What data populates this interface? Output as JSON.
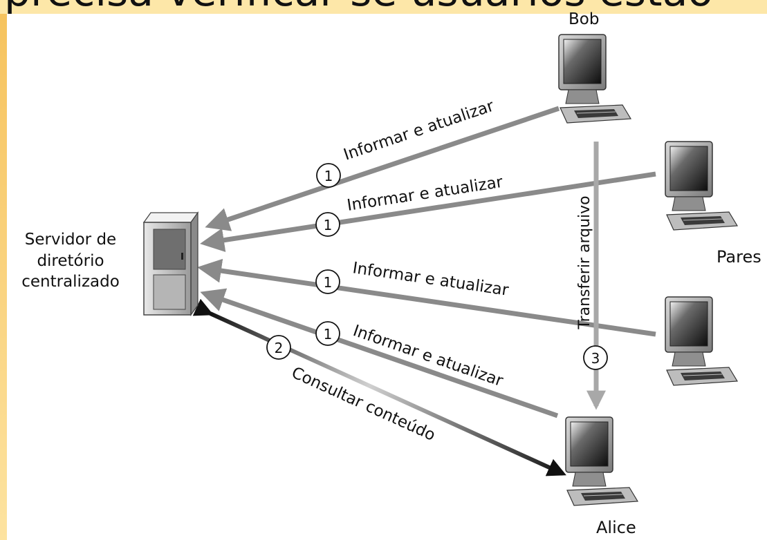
{
  "header_text": "precisa verificar se usuários estão",
  "labels": {
    "server": [
      "Servidor de",
      "diretório",
      "centralizado"
    ],
    "bob": "Bob",
    "alice": "Alice",
    "peers": "Pares",
    "inform_update": "Informar e atualizar",
    "transfer": "Transferir arquivo",
    "query": "Consultar conteúdo"
  },
  "steps": {
    "one": "1",
    "two": "2",
    "three": "3"
  },
  "colors": {
    "arrow_gray": "#8a8a8a",
    "arrow_dark": "#1a1a1a",
    "arrow_light": "#a8a8a8",
    "side_strip": "#f6c25c",
    "top_band": "#fde7a8"
  }
}
